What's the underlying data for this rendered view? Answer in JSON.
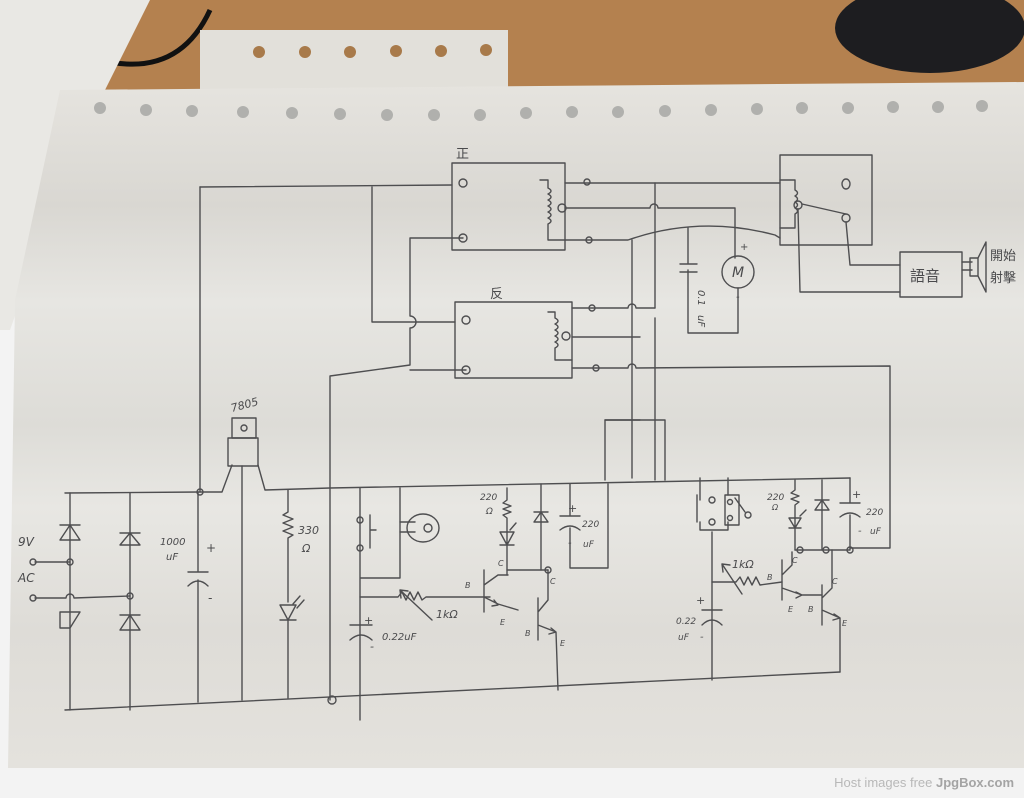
{
  "watermark": {
    "prefix": "Host images free",
    "brand": "JpgBox.com"
  },
  "schematic": {
    "relay_forward_label": "正",
    "relay_reverse_label": "反",
    "regulator_label": "7805",
    "supply_voltage": "9V",
    "supply_type": "AC",
    "filter_cap_value": "1000",
    "filter_cap_unit": "uF",
    "led_resistor_value": "330",
    "led_resistor_unit": "Ω",
    "motor_label": "M",
    "plus": "+",
    "minus": "-",
    "motor_cap_value": "0.1",
    "motor_cap_unit": "uF",
    "voice_module_label": "語音",
    "speaker_text_line1": "開始",
    "speaker_text_line2": "射擊",
    "left_stage": {
      "timing_cap": "0.22uF",
      "pot": "1kΩ",
      "resistor_value": "220",
      "resistor_unit": "Ω",
      "cap_value": "220",
      "cap_unit": "uF",
      "pin_b": "B",
      "pin_c": "C",
      "pin_e": "E"
    },
    "right_stage": {
      "timing_cap_value": "0.22",
      "timing_cap_unit": "uF",
      "pot": "1kΩ",
      "resistor_value": "220",
      "resistor_unit": "Ω",
      "cap_value": "220",
      "cap_unit": "uF",
      "pin_b": "B",
      "pin_c": "C",
      "pin_e": "E"
    }
  }
}
